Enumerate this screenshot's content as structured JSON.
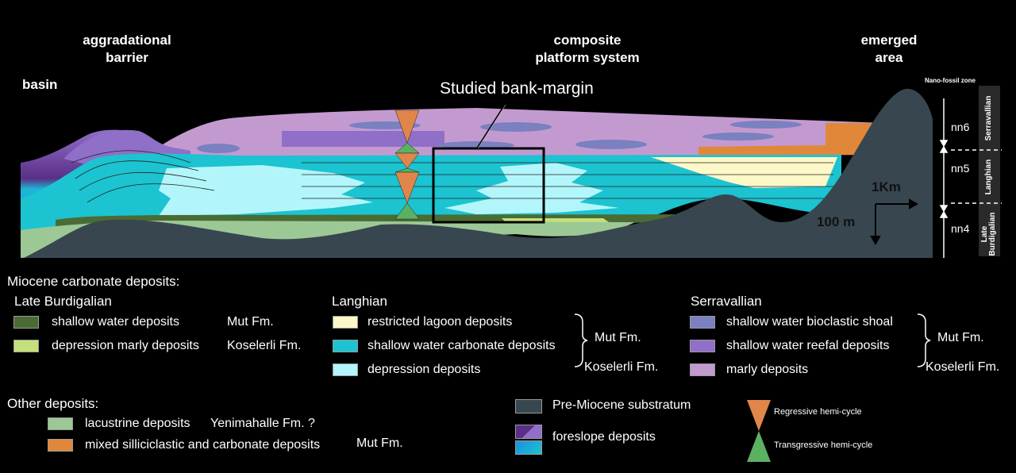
{
  "section": {
    "headers": {
      "basin": "basin",
      "aggradational_barrier": [
        "aggradational",
        "barrier"
      ],
      "composite_platform": [
        "composite",
        "platform system"
      ],
      "emerged_area": [
        "emerged",
        "area"
      ]
    },
    "studied_label": "Studied bank-margin",
    "scale": {
      "horizontal": "1Km",
      "vertical": "100 m"
    },
    "nano_fossil": {
      "title": "Nano-fossil zone",
      "zones": [
        "nn6",
        "nn5",
        "nn4"
      ]
    },
    "stages": [
      "Serravallian",
      "Langhian",
      "Late Burdigalian"
    ],
    "colors": {
      "substratum": "#37464f",
      "lacustrine": "#9cc896",
      "burdigalian_shallow": "#4a6b34",
      "burdigalian_marly": "#c5e07a",
      "langhian_lagoon": "#fdf8c8",
      "langhian_shallow": "#1cc3d0",
      "langhian_depression": "#b2f6fb",
      "serravallian_shoal": "#7a80c0",
      "serravallian_reefal": "#8f6fc8",
      "serravallian_marly": "#c39ad0",
      "mixed": "#e0873a",
      "foreslope_purple": "#5a2f86",
      "foreslope_blue": "#1a95dd",
      "regressive": "#e0864a",
      "transgressive": "#5cb062"
    }
  },
  "legend": {
    "title": "Miocene carbonate deposits:",
    "groups": [
      {
        "name": "Late Burdigalian",
        "items": [
          {
            "label": "shallow water deposits",
            "formation": "Mut Fm.",
            "color": "#4a6b34"
          },
          {
            "label": "depression marly deposits",
            "formation": "Koselerli Fm.",
            "color": "#c5e07a"
          }
        ]
      },
      {
        "name": "Langhian",
        "items": [
          {
            "label": "restricted lagoon deposits",
            "color": "#fdf8c8"
          },
          {
            "label": "shallow water carbonate deposits",
            "color": "#1cc3d0"
          },
          {
            "label": "depression deposits",
            "color": "#b2f6fb"
          }
        ],
        "formations": [
          "Mut Fm.",
          "Koselerli Fm."
        ]
      },
      {
        "name": "Serravallian",
        "items": [
          {
            "label": "shallow water bioclastic shoal",
            "color": "#7a80c0"
          },
          {
            "label": "shallow water reefal deposits",
            "color": "#8f6fc8"
          },
          {
            "label": "marly deposits",
            "color": "#c39ad0"
          }
        ],
        "formations": [
          "Mut Fm.",
          "Koselerli Fm."
        ]
      }
    ],
    "other": {
      "title": "Other deposits:",
      "items": [
        {
          "label": "lacustrine deposits",
          "formation": "Yenimahalle Fm. ?",
          "color": "#9cc896"
        },
        {
          "label": "mixed silliciclastic and carbonate deposits",
          "formation": "Mut Fm.",
          "color": "#e0873a"
        }
      ]
    },
    "substratum": {
      "label": "Pre-Miocene substratum",
      "color": "#37464f"
    },
    "foreslope": {
      "label": "foreslope deposits"
    },
    "cycles": {
      "regressive": "Regressive hemi-cycle",
      "transgressive": "Transgressive hemi-cycle"
    }
  }
}
